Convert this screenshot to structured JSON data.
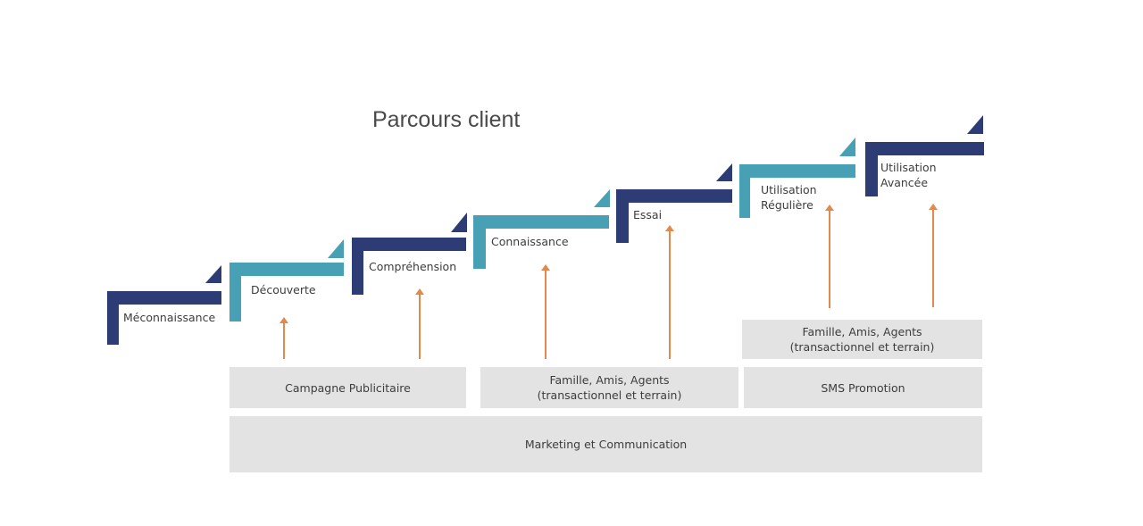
{
  "title": "Parcours client",
  "steps": [
    "Méconnaissance",
    "Découverte",
    "Compréhension",
    "Connaissance",
    "Essai",
    "Utilisation\nRégulière",
    "Utilisation\nAvancée"
  ],
  "influences": {
    "campagne": "Campagne Publicitaire",
    "famille_mid": "Famille, Amis, Agents\n(transactionnel et terrain)",
    "sms": "SMS Promotion",
    "famille_top": "Famille, Amis, Agents\n(transactionnel et terrain)",
    "marketing": "Marketing et Communication"
  },
  "colors": {
    "dark": "#2d3c75",
    "teal": "#47a0b3",
    "arrow": "#e2894e",
    "box": "#e3e3e3"
  }
}
